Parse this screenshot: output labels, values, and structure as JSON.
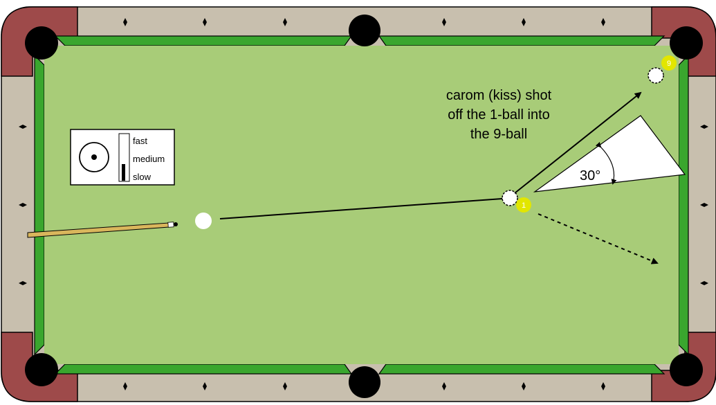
{
  "annotation": {
    "lines": [
      "carom (kiss) shot",
      "off the 1-ball into",
      "the 9-ball"
    ]
  },
  "angle_label": "30°",
  "speed_legend": {
    "levels": [
      "fast",
      "medium",
      "slow"
    ],
    "selected": "slow"
  },
  "balls": [
    {
      "id": "cue",
      "label": "",
      "color": "#ffffff"
    },
    {
      "id": "one",
      "label": "1",
      "color": "#e2e600"
    },
    {
      "id": "nine",
      "label": "9",
      "color": "#e2e600"
    }
  ],
  "colors": {
    "cloth": "#a8cc78",
    "cushion": "#3aa62e",
    "rail": "#c8bfae",
    "corner": "#9e4a4a",
    "pocket": "#000000",
    "cue_stick": "#d9b65c"
  }
}
